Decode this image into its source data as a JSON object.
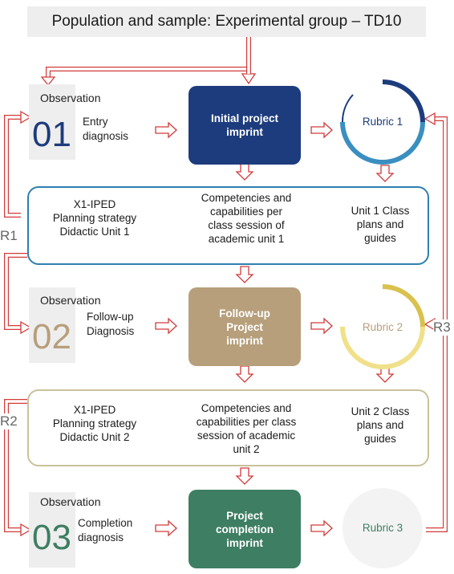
{
  "title": "Population and sample: Experimental group – TD10",
  "observation_label": "Observation",
  "stages": [
    {
      "number": "01",
      "diagnosis": "Entry\ndiagnosis",
      "project": "Initial project\nimprint",
      "rubric": "Rubric 1",
      "color": "#1d3c7d"
    },
    {
      "number": "02",
      "diagnosis": "Follow-up\nDiagnosis",
      "project": "Follow-up\nProject\nimprint",
      "rubric": "Rubric 2",
      "color": "#b79f7c"
    },
    {
      "number": "03",
      "diagnosis": "Completion\ndiagnosis",
      "project": "Project\ncompletion\nimprint",
      "rubric": "Rubric 3",
      "color": "#3e7e63"
    }
  ],
  "units": [
    {
      "strategy": "X1-IPED\nPlanning strategy\nDidactic  Unit 1",
      "competencies": "Competencies and\ncapabilities per\nclass session of\nacademic unit 1",
      "plans": "Unit 1 Class\nplans and\nguides",
      "border_color": "#2f7fb0"
    },
    {
      "strategy": "X1-IPED\nPlanning strategy\nDidactic  Unit 2",
      "competencies": "Competencies and\ncapabilities per class\nsession of academic\nunit 2",
      "plans": "Unit 2 Class\nplans and\nguides",
      "border_color": "#c9c29a"
    }
  ],
  "feedback_labels": [
    "R1",
    "R2",
    "R3"
  ],
  "colors": {
    "arrow": "#d23a3a",
    "rubric1_dark": "#1d3c7d",
    "rubric1_light": "#3a8fc0",
    "rubric2_light": "#f0e08a",
    "rubric2_dark": "#d9c14e",
    "rubric3": "#4a9a7a",
    "observation_bg": "#eeeeee"
  }
}
